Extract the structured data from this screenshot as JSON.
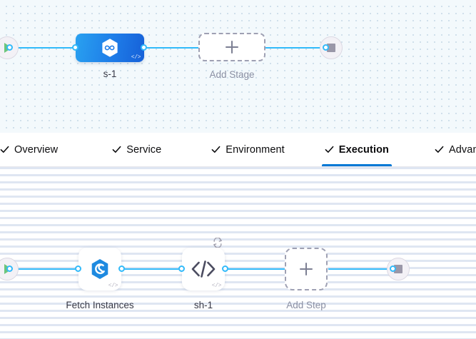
{
  "stage_graph": {
    "start_node": {
      "icon": "play-icon",
      "name": "pipeline-start"
    },
    "end_node": {
      "icon": "stop-icon",
      "name": "pipeline-end"
    },
    "stage": {
      "label": "s-1",
      "icon": "harness-cd-hexagon-icon",
      "code_badge": "</>"
    },
    "add_stage": {
      "label": "Add Stage",
      "icon": "plus-icon"
    }
  },
  "tabs": {
    "items": [
      {
        "label": "Overview",
        "icon": "check-icon",
        "active": false
      },
      {
        "label": "Service",
        "icon": "check-icon",
        "active": false
      },
      {
        "label": "Environment",
        "icon": "check-icon",
        "active": false
      },
      {
        "label": "Execution",
        "icon": "check-icon",
        "active": true
      },
      {
        "label": "Advanced",
        "icon": "check-icon",
        "active": false
      }
    ],
    "active_tab": "Execution",
    "active_underline_color": "#0278d5"
  },
  "step_graph": {
    "start_node": {
      "icon": "play-icon",
      "name": "execution-start"
    },
    "end_node": {
      "icon": "stop-icon",
      "name": "execution-end"
    },
    "steps": [
      {
        "label": "Fetch Instances",
        "icon": "harness-swirl-hexagon-icon",
        "code_badge": "</>",
        "loop_badge": null
      },
      {
        "label": "sh-1",
        "icon": "code-brackets-icon",
        "code_badge": "</>",
        "loop_badge": "loop-retry-icon"
      }
    ],
    "add_step": {
      "label": "Add Step",
      "icon": "plus-icon"
    }
  },
  "colors": {
    "edge": "#32bafa",
    "stage_blue": "#1e7ce8",
    "accent": "#0278d5",
    "start_green": "#6cc57c",
    "stop_gray": "#9a97a8",
    "stage_canvas_bg": "#f3f9fc",
    "step_canvas_bg": "#ffffff"
  }
}
